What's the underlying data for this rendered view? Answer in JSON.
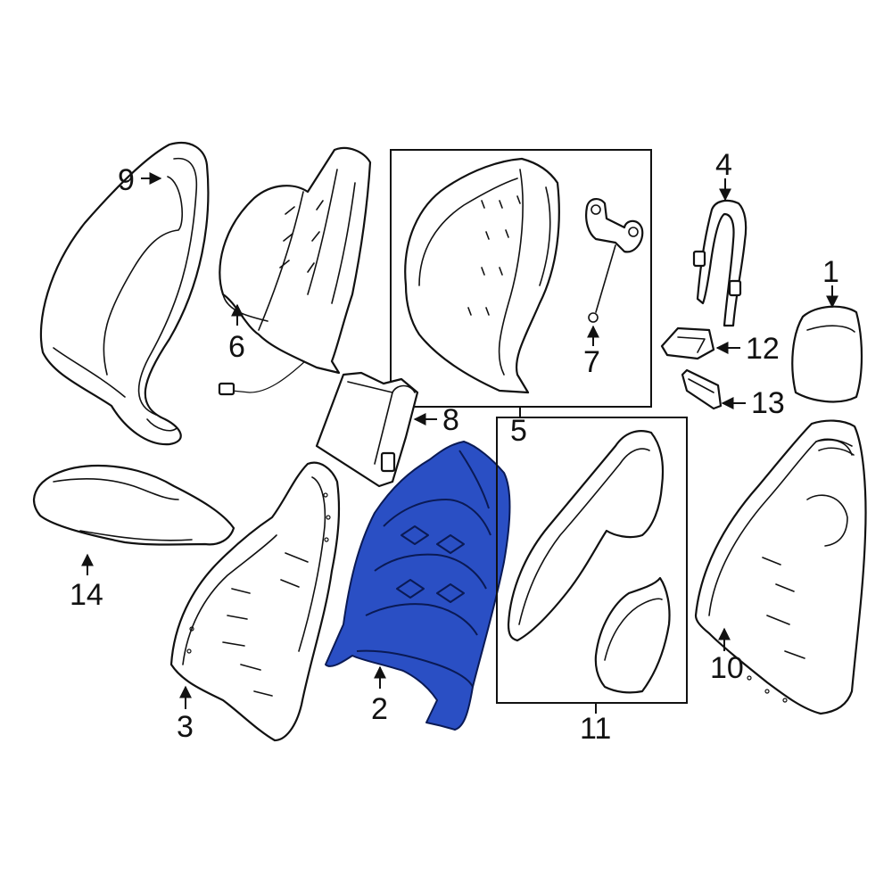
{
  "diagram": {
    "highlight_color": "#2a4fc4",
    "callouts": [
      {
        "id": "c1",
        "text": "1"
      },
      {
        "id": "c2",
        "text": "2"
      },
      {
        "id": "c3",
        "text": "3"
      },
      {
        "id": "c4",
        "text": "4"
      },
      {
        "id": "c5",
        "text": "5"
      },
      {
        "id": "c6",
        "text": "6"
      },
      {
        "id": "c7",
        "text": "7"
      },
      {
        "id": "c8",
        "text": "8"
      },
      {
        "id": "c9",
        "text": "9"
      },
      {
        "id": "c10",
        "text": "10"
      },
      {
        "id": "c11",
        "text": "11"
      },
      {
        "id": "c12",
        "text": "12"
      },
      {
        "id": "c13",
        "text": "13"
      },
      {
        "id": "c14",
        "text": "14"
      }
    ]
  }
}
